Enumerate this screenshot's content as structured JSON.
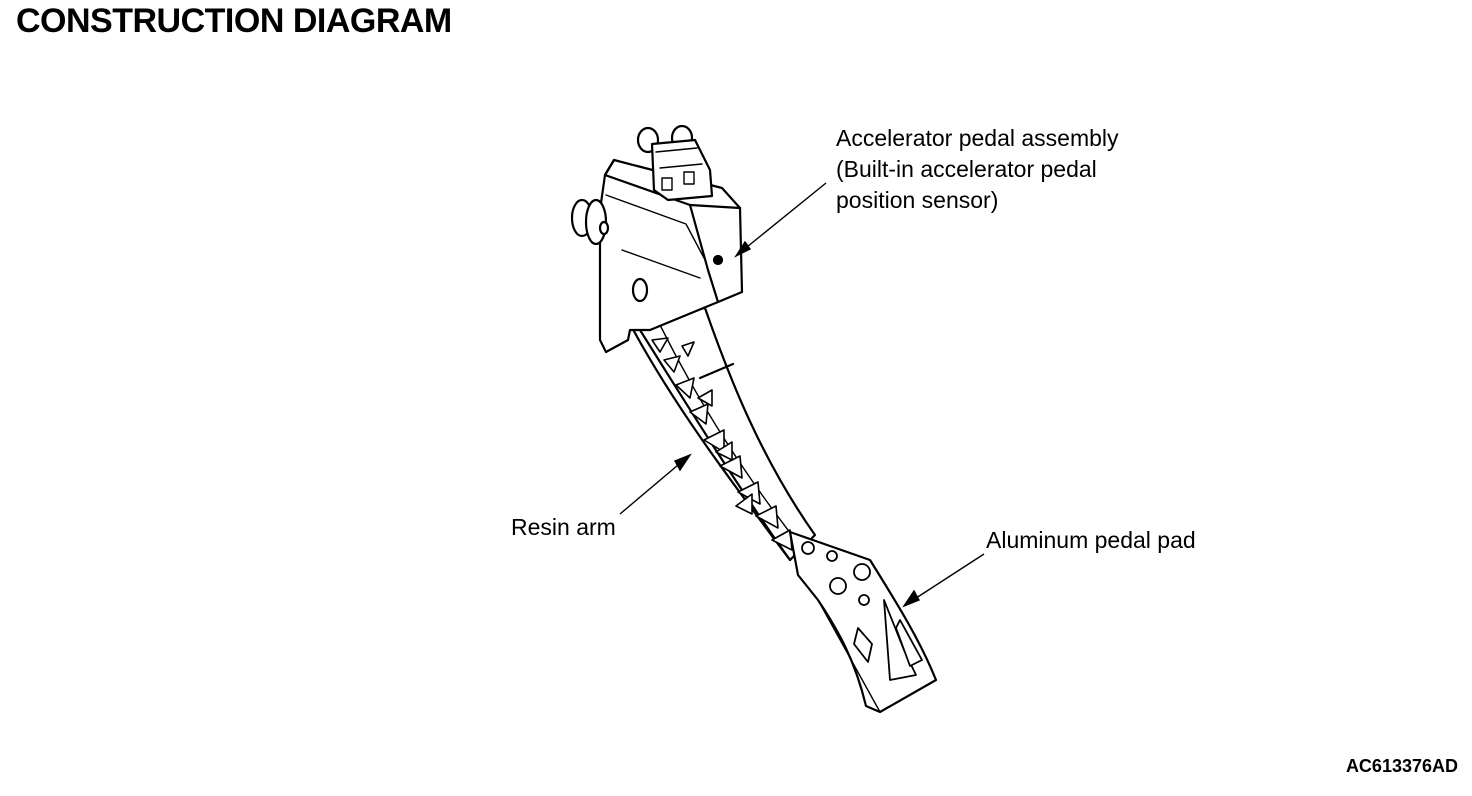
{
  "header": {
    "title": "CONSTRUCTION DIAGRAM"
  },
  "callouts": {
    "pedal_assembly": {
      "line1": "Accelerator pedal assembly",
      "line2": "(Built-in accelerator pedal",
      "line3": "position sensor)"
    },
    "resin_arm": "Resin arm",
    "pedal_pad": "Aluminum pedal pad"
  },
  "figure_code": "AC613376AD"
}
